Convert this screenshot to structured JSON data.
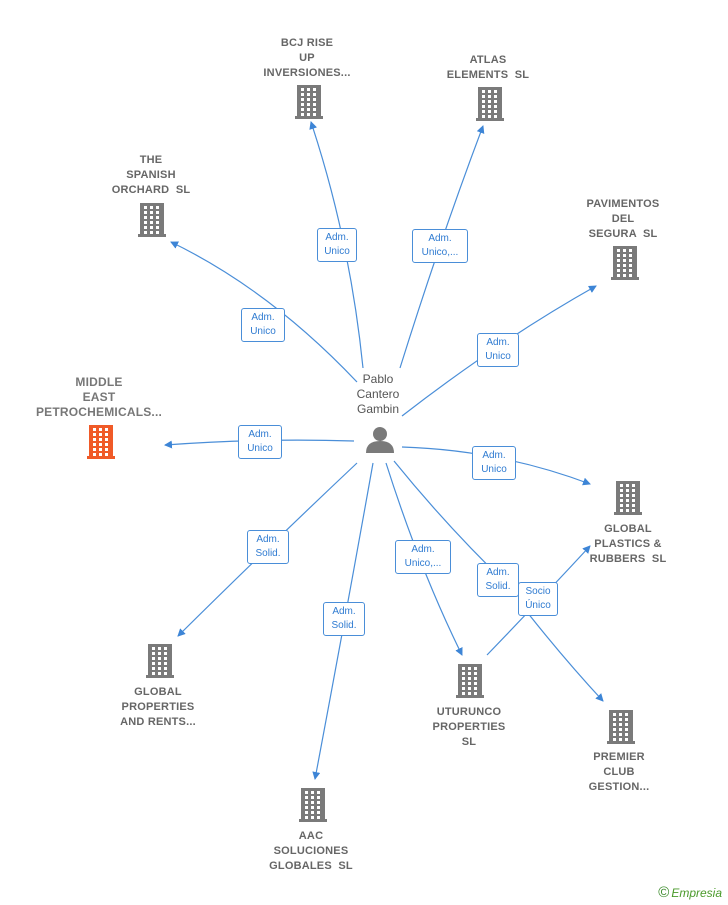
{
  "center": {
    "name_lines": [
      "Pablo",
      "Cantero",
      "Gambin"
    ],
    "icon": "person-icon"
  },
  "companies": [
    {
      "id": "bcj",
      "lines": [
        "BCJ RISE",
        "UP",
        "INVERSIONES..."
      ],
      "icon": "building-icon"
    },
    {
      "id": "atlas",
      "lines": [
        "ATLAS",
        "ELEMENTS  SL"
      ],
      "icon": "building-icon"
    },
    {
      "id": "spanish",
      "lines": [
        "THE",
        "SPANISH",
        "ORCHARD  SL"
      ],
      "icon": "building-icon"
    },
    {
      "id": "pavimentos",
      "lines": [
        "PAVIMENTOS",
        "DEL",
        "SEGURA  SL"
      ],
      "icon": "building-icon"
    },
    {
      "id": "middle",
      "lines": [
        "MIDDLE",
        "EAST",
        "PETROCHEMICALS..."
      ],
      "icon": "building-icon",
      "highlight": true
    },
    {
      "id": "gplastics",
      "lines": [
        "GLOBAL",
        "PLASTICS &",
        "RUBBERS  SL"
      ],
      "icon": "building-icon"
    },
    {
      "id": "gprops",
      "lines": [
        "GLOBAL",
        "PROPERTIES",
        "AND RENTS..."
      ],
      "icon": "building-icon"
    },
    {
      "id": "uturunco",
      "lines": [
        "UTURUNCO",
        "PROPERTIES",
        "SL"
      ],
      "icon": "building-icon"
    },
    {
      "id": "premier",
      "lines": [
        "PREMIER",
        "CLUB",
        "GESTION..."
      ],
      "icon": "building-icon"
    },
    {
      "id": "aac",
      "lines": [
        "AAC",
        "SOLUCIONES",
        "GLOBALES  SL"
      ],
      "icon": "building-icon"
    }
  ],
  "relations": [
    {
      "id": "r-bcj",
      "lines": [
        "Adm.",
        "Unico"
      ]
    },
    {
      "id": "r-atlas",
      "lines": [
        "Adm.",
        "Unico,..."
      ]
    },
    {
      "id": "r-spanish",
      "lines": [
        "Adm.",
        "Unico"
      ]
    },
    {
      "id": "r-pavimentos",
      "lines": [
        "Adm.",
        "Unico"
      ]
    },
    {
      "id": "r-middle",
      "lines": [
        "Adm.",
        "Unico"
      ]
    },
    {
      "id": "r-gplastics",
      "lines": [
        "Adm.",
        "Unico"
      ]
    },
    {
      "id": "r-gprops",
      "lines": [
        "Adm.",
        "Solid."
      ]
    },
    {
      "id": "r-uturunco",
      "lines": [
        "Adm.",
        "Unico,..."
      ]
    },
    {
      "id": "r-premier",
      "lines": [
        "Adm.",
        "Solid."
      ]
    },
    {
      "id": "r-aac",
      "lines": [
        "Adm.",
        "Solid."
      ]
    },
    {
      "id": "r-socio",
      "lines": [
        "Socio",
        "Único"
      ]
    }
  ],
  "footer": {
    "copyright": "©",
    "brand": "Empresia"
  },
  "colors": {
    "edge": "#4a8ed8",
    "building": "#7a7a7a",
    "highlight": "#f05a28",
    "person": "#7a7a7a"
  }
}
